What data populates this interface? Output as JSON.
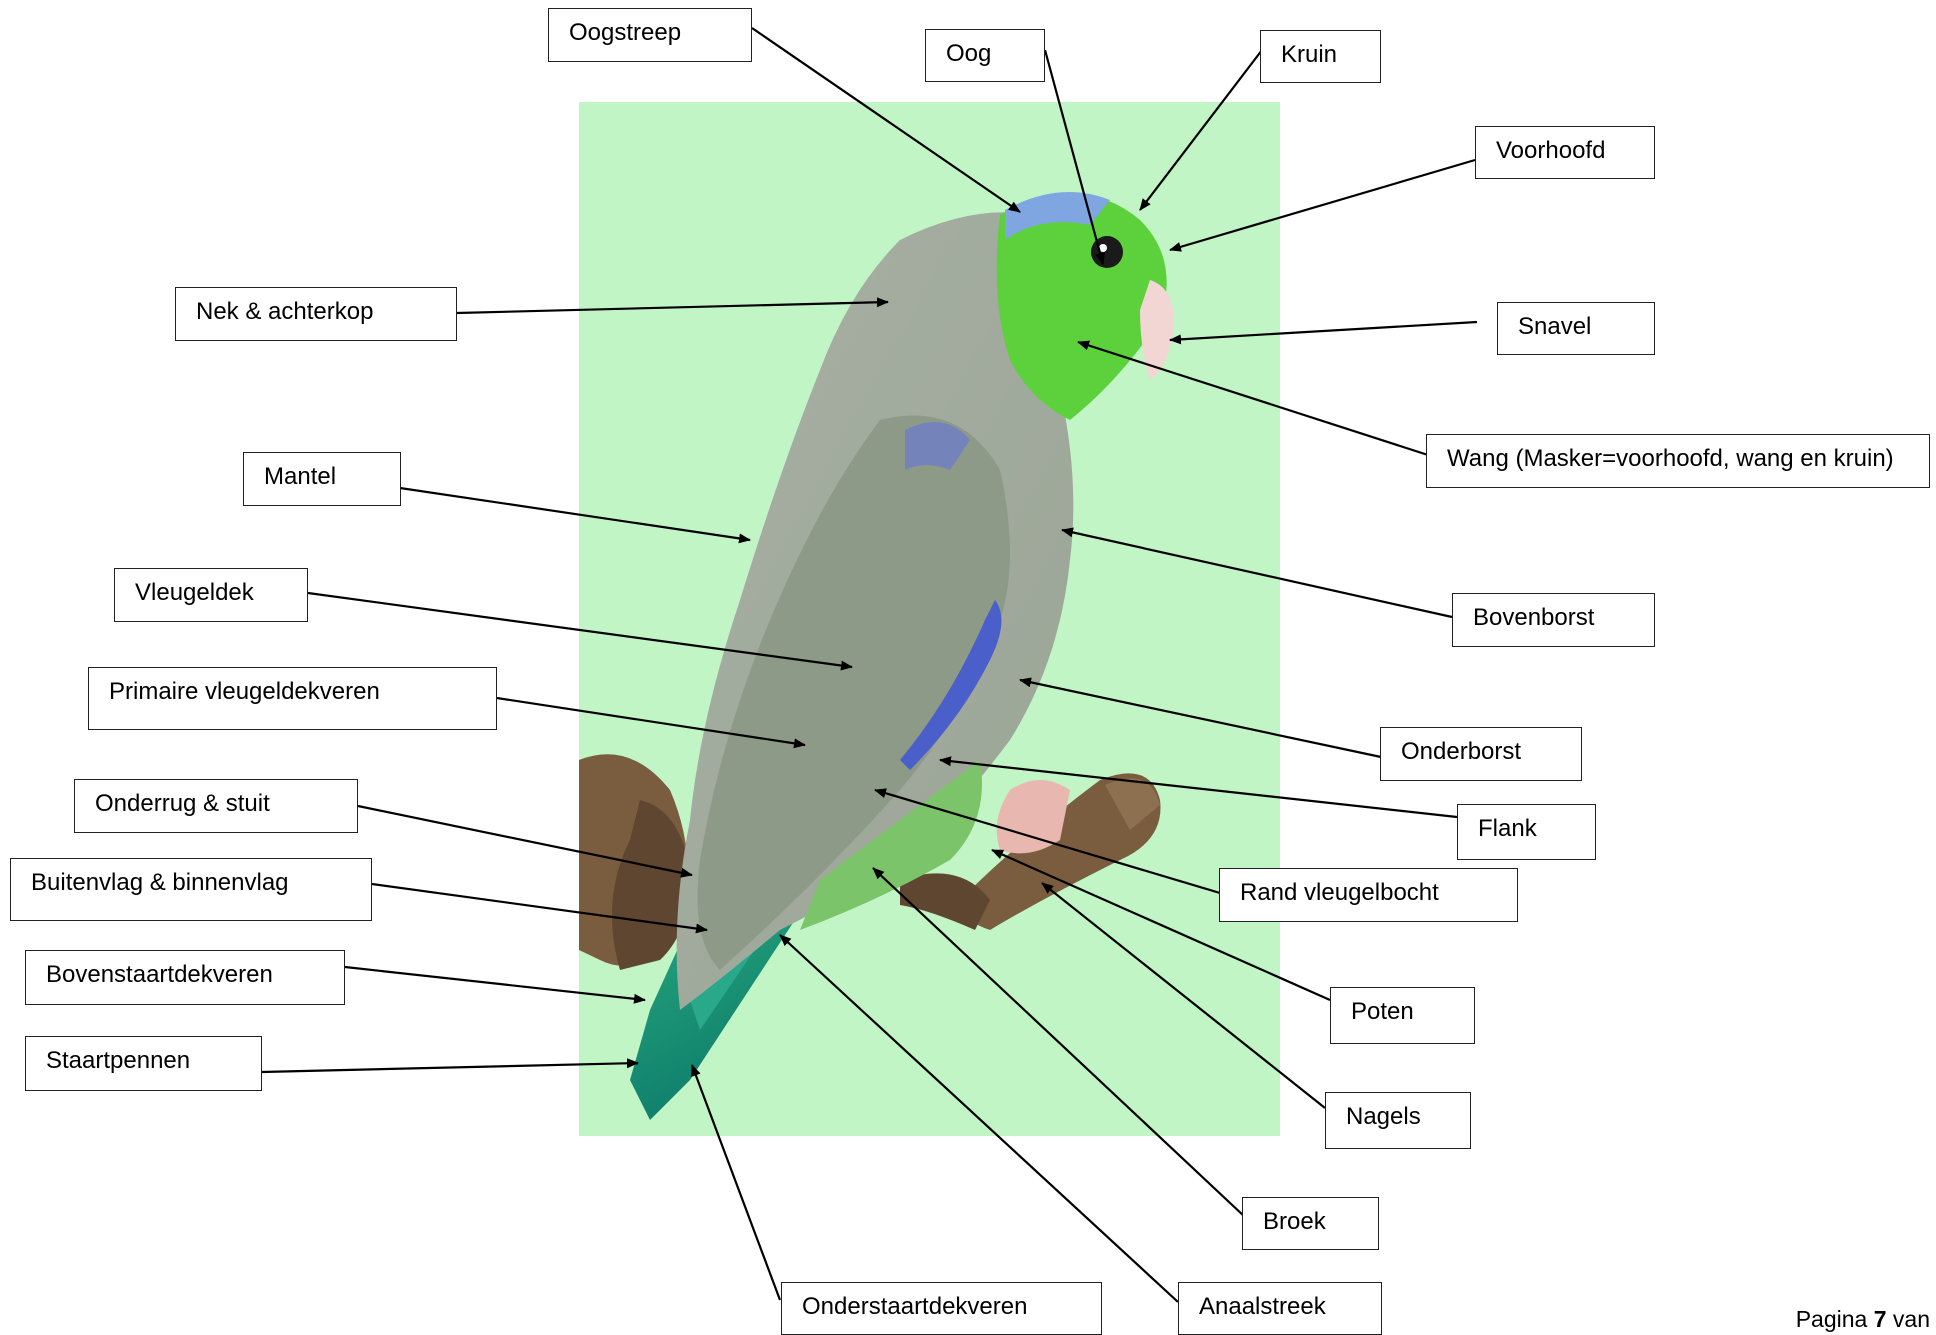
{
  "labels": {
    "oogstreep": "Oogstreep",
    "oog": "Oog",
    "kruin": "Kruin",
    "voorhoofd": "Voorhoofd",
    "nek": "Nek & achterkop",
    "snavel": "Snavel",
    "wang": "Wang (Masker=voorhoofd, wang en kruin)",
    "mantel": "Mantel",
    "bovenborst": "Bovenborst",
    "vleugeldek": "Vleugeldek",
    "primaire": "Primaire vleugeldekveren",
    "onderborst": "Onderborst",
    "onderrug": "Onderrug & stuit",
    "flank": "Flank",
    "buitenvlag": "Buitenvlag & binnenvlag",
    "rand": "Rand vleugelbocht",
    "bovenstaart": "Bovenstaartdekveren",
    "poten": "Poten",
    "staartpennen": "Staartpennen",
    "nagels": "Nagels",
    "broek": "Broek",
    "onderstaart": "Onderstaartdekveren",
    "anaalstreek": "Anaalstreek"
  },
  "footer": {
    "prefix": "Pagina ",
    "page": "7",
    "suffix": " van"
  },
  "colors": {
    "background_panel": "#c2f5c6",
    "body_grey": "#a3ad9d",
    "head_green": "#5cd13c",
    "crown_blue": "#7fa6e0",
    "wing_blue": "#4a5fc9",
    "tail_teal": "#1f9a78",
    "beak": "#f2d6d3",
    "perch": "#7a5d3e"
  }
}
